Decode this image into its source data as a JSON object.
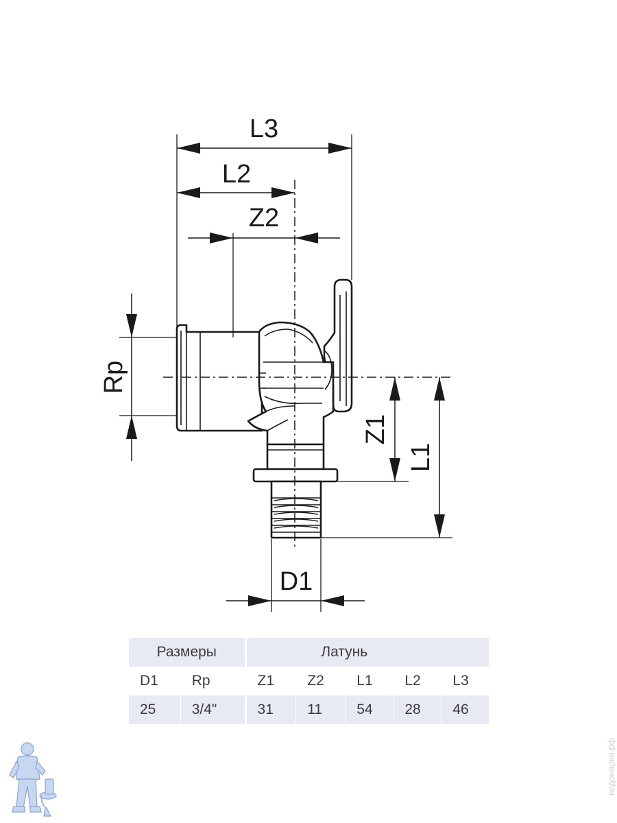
{
  "drawing": {
    "labels": {
      "L3": "L3",
      "L2": "L2",
      "Z2": "Z2",
      "Rp": "Rp",
      "Z1": "Z1",
      "L1": "L1",
      "D1": "D1"
    }
  },
  "table": {
    "group_headers": [
      "Размеры",
      "Латунь"
    ],
    "columns": [
      "D1",
      "Rp",
      "Z1",
      "Z2",
      "L1",
      "L2",
      "L3"
    ],
    "values": [
      "25",
      "3/4\"",
      "31",
      "11",
      "54",
      "28",
      "46"
    ]
  },
  "watermark": "водонаркв.рф"
}
